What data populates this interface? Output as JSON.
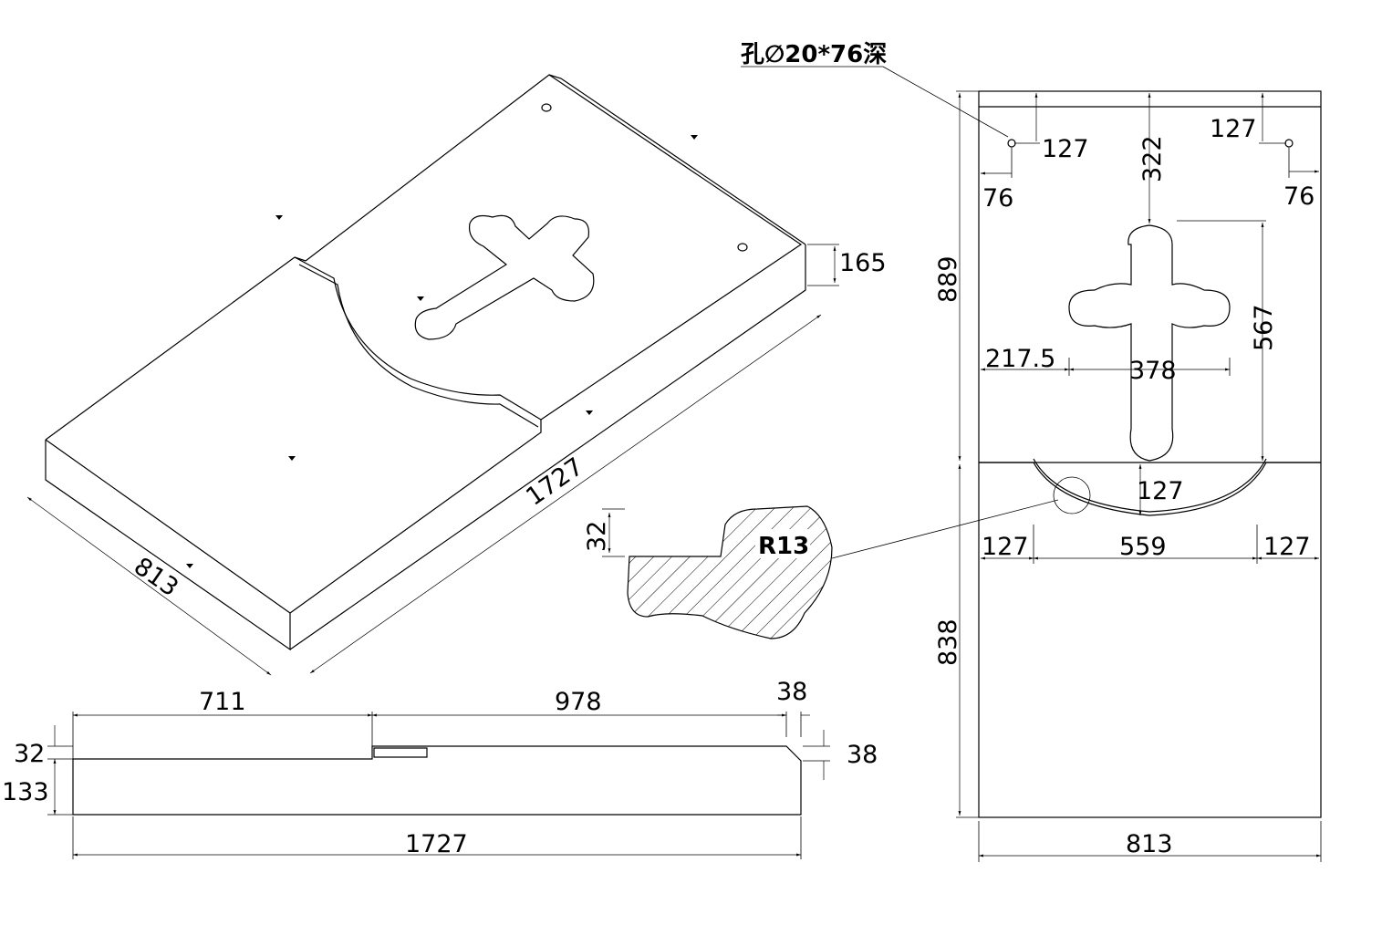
{
  "note": {
    "hole": "孔∅20*76深"
  },
  "iso_view": {
    "width_label": "813",
    "length_label": "1727",
    "thickness_label": "165"
  },
  "side_view": {
    "lower_length": "711",
    "upper_length": "978",
    "chamfer_w": "38",
    "chamfer_h": "38",
    "top_thickness": "32",
    "base_thickness": "133",
    "total_length": "1727"
  },
  "detail": {
    "radius": "R13",
    "step_height": "32"
  },
  "plan_view": {
    "hole_offset_left_y": "127",
    "hole_offset_right_y": "127",
    "hole_offset_left_x": "76",
    "hole_offset_right_x": "76",
    "cross_top": "322",
    "upper_height": "889",
    "lower_height": "838",
    "cross_height": "567",
    "cross_left": "217.5",
    "cross_width": "378",
    "arc_depth": "127",
    "arc_left": "127",
    "arc_width": "559",
    "arc_right": "127",
    "total_width": "813"
  }
}
